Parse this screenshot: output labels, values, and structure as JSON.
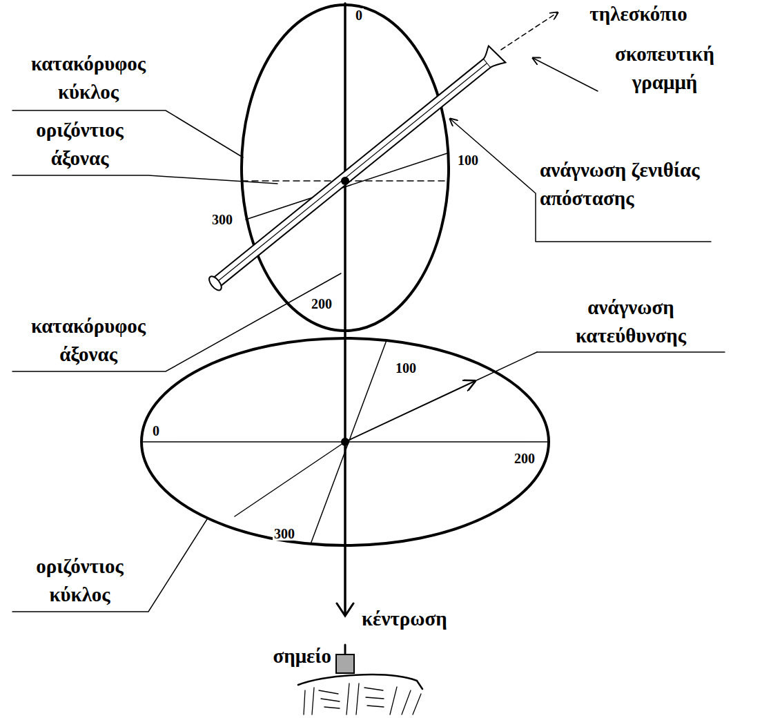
{
  "diagram": {
    "labels": [
      "τηλεσκόπιο",
      "σκοπευτική γραμμή",
      "κατακόρυφος κύκλος",
      "0",
      "100",
      "οριζόντιος άξονας",
      "ανάγνωση ζενιθίας απόστασης",
      "300",
      "κατακόρυφος άξονας",
      "200",
      "ανάγνωση κατεύθυνσης",
      "100",
      "0",
      "200",
      "οριζόντιος κύκλος",
      "300",
      "κέντρωση",
      "σημείο"
    ]
  }
}
